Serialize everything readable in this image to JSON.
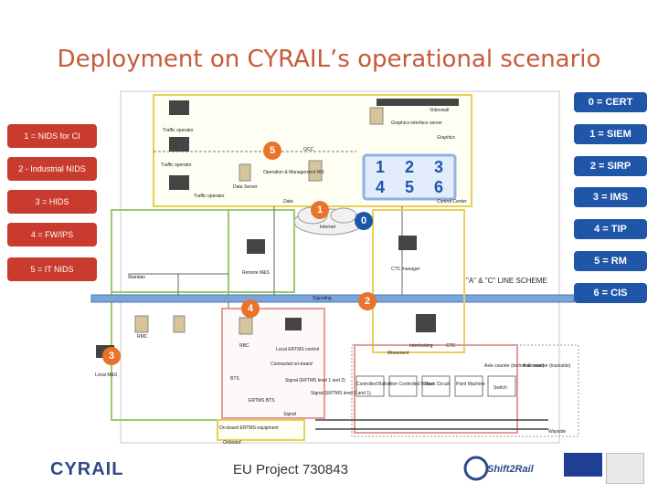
{
  "title": "Deployment on CYRAIL’s operational scenario",
  "left_boxes": [
    {
      "label": "1 = NIDS for CI"
    },
    {
      "label": "2 - Industrial NIDS"
    },
    {
      "label": "3 = HIDS"
    },
    {
      "label": "4 = FW/IPS"
    },
    {
      "label": "5 = IT NIDS"
    }
  ],
  "right_boxes": [
    {
      "label": "0 = CERT"
    },
    {
      "label": "1 = SIEM"
    },
    {
      "label": "2 = SIRP"
    },
    {
      "label": "3 = IMS"
    },
    {
      "label": "4 = TIP"
    },
    {
      "label": "5 = RM"
    },
    {
      "label": "6 = CIS"
    }
  ],
  "blue_grid": [
    "1",
    "2",
    "3",
    "4",
    "5",
    "6"
  ],
  "orange_markers": [
    "5",
    "1",
    "4",
    "2",
    "3"
  ],
  "blue_marker": "0",
  "diagram_labels": {
    "traffic_operator_1": "Traffic operator",
    "traffic_operator_2": "Traffic operator",
    "traffic_operator_3": "Traffic operator",
    "data_server": "Data Server",
    "ops_mgmt": "Operation & Management WS",
    "occ": "OCC",
    "videowall": "Videowall",
    "graphics_server": "Graphics interface server",
    "graphics": "Graphics",
    "data": "Data",
    "control_center": "Control Center",
    "internet": "Internet",
    "remote_mas": "Remote M&S",
    "ctc_manager": "CTC manager",
    "maintain": "Maintain",
    "signaling": "Signaling",
    "rmc": "RMC",
    "rbc": "RBC",
    "local_ertms": "Local ERTMS control",
    "connected_onboard": "Connected on-board",
    "interlocking": "Interlocking",
    "movement": "Movement",
    "ctc_centre": "CTC",
    "axle_counter_1": "Axle counter (technical room)",
    "axle_counter_2": "Axle counter (trackside)",
    "controlled_balise": "Controlled Balise",
    "non_controlled_balise": "Non Controlled Balise",
    "track_circuit": "Track Circuit",
    "point_machine": "Point Machine",
    "switch": "Switch",
    "signal_1": "Signal (ERTMS level 1 and 2)",
    "signal_2": "Signal (ERTMS level 0 and 1)",
    "ertms_bts": "ERTMS BTS",
    "bts": "BTS",
    "onboard_ertms": "On-board ERTMS equipment",
    "onboard": "Onboard",
    "local_mas": "Local M&S",
    "wayside": "Wayside",
    "signal": "Signal"
  },
  "scheme_label": "\"A\" & \"C\" LINE SCHEME",
  "footer": "EU Project 730843",
  "logos": {
    "cyrail": "CYRAIL",
    "shift2rail": "Shift2Rail"
  },
  "colors": {
    "title": "#c65a3a",
    "left_box": "#c93b2e",
    "right_box": "#1f56a8",
    "orange_marker": "#e8732a",
    "blue_marker": "#1f56a8"
  }
}
